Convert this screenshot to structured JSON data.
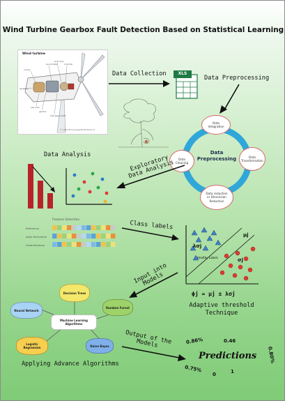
{
  "title": "Wind Turbine Gearbox Fault Detection Based on Statistical Learning",
  "turbine": {
    "heading": "Wind turbine",
    "caption": "© 2010 Encyclopædia Britannica"
  },
  "labels": {
    "data_collection": "Data Collection",
    "data_preprocessing": "Data Preprocessing",
    "data_analysis": "Data Analysis",
    "eda": "Exploratory\nData Analysis",
    "class_labels": "Class labels",
    "input_models": "Input into\nModels",
    "adaptive_threshold": "Adaptive threshold\nTechnique",
    "applying_algorithms": "Applying Advance Algorithms",
    "output_models": "Output of the\nModels",
    "xls": "XLS"
  },
  "preprocessing": {
    "center": "Data\nPreprocessing",
    "nodes": [
      "Data\nIntegration",
      "Data\nTransformation",
      "Data reduction\nor Dimension\nReduction",
      "Data\nCleaning"
    ]
  },
  "feature_selection": {
    "label": "Feature Selection",
    "rows": [
      "Reference",
      "Adds Derivative",
      "Instantaneous"
    ]
  },
  "threshold_plot": {
    "mu": "μj",
    "lambda": "λσj",
    "sigma": "σj",
    "healthy": "Healthy Labels",
    "formula": "ϕj = μj ± λσj"
  },
  "ml": {
    "center": "Machine Learning Algorithms",
    "algorithms": [
      "Decision Trees",
      "Neural Network",
      "Random Forest",
      "Logistic\nRegression",
      "Naive Bayes"
    ]
  },
  "predictions": {
    "word": "Predictions",
    "values": [
      "0.86%",
      "0.46",
      "0.80%",
      "0.75%",
      "0",
      "1"
    ]
  },
  "colors": {
    "triangle": "#3f7fc4",
    "dot_red": "#e0382f",
    "bar_red": "#b8232a",
    "node_border": "#d46a6a"
  }
}
